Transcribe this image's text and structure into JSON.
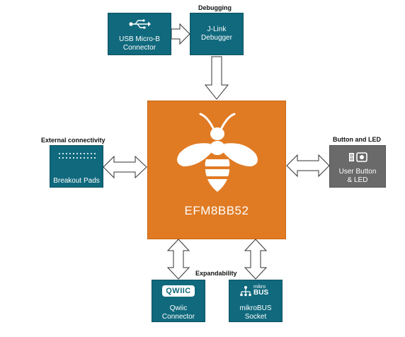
{
  "labels": {
    "debugging": "Debugging",
    "external_connectivity": "External connectivity",
    "button_and_led": "Button and LED",
    "expandability": "Expandability"
  },
  "blocks": {
    "usb": {
      "line1": "USB Micro-B",
      "line2": "Connector",
      "icon": "usb-icon"
    },
    "jlink": {
      "line1": "J-Link",
      "line2": "Debugger"
    },
    "mcu": {
      "label": "EFM8BB52",
      "icon": "bee-logo"
    },
    "breakout": {
      "label": "Breakout Pads",
      "icon": "pad-dots-icon"
    },
    "user_button": {
      "line1": "User Button",
      "line2": "& LED",
      "icon": "button-led-icon"
    },
    "qwiic": {
      "line1": "Qwiic",
      "line2": "Connector",
      "logo_text": "QWIIC"
    },
    "mikrobus": {
      "line1": "mikroBUS",
      "line2": "Socket",
      "logo_top": "mikro",
      "logo_bottom": "BUS"
    }
  },
  "colors": {
    "teal": "#10697d",
    "orange": "#e07b24",
    "grey": "#6a6a6a"
  }
}
